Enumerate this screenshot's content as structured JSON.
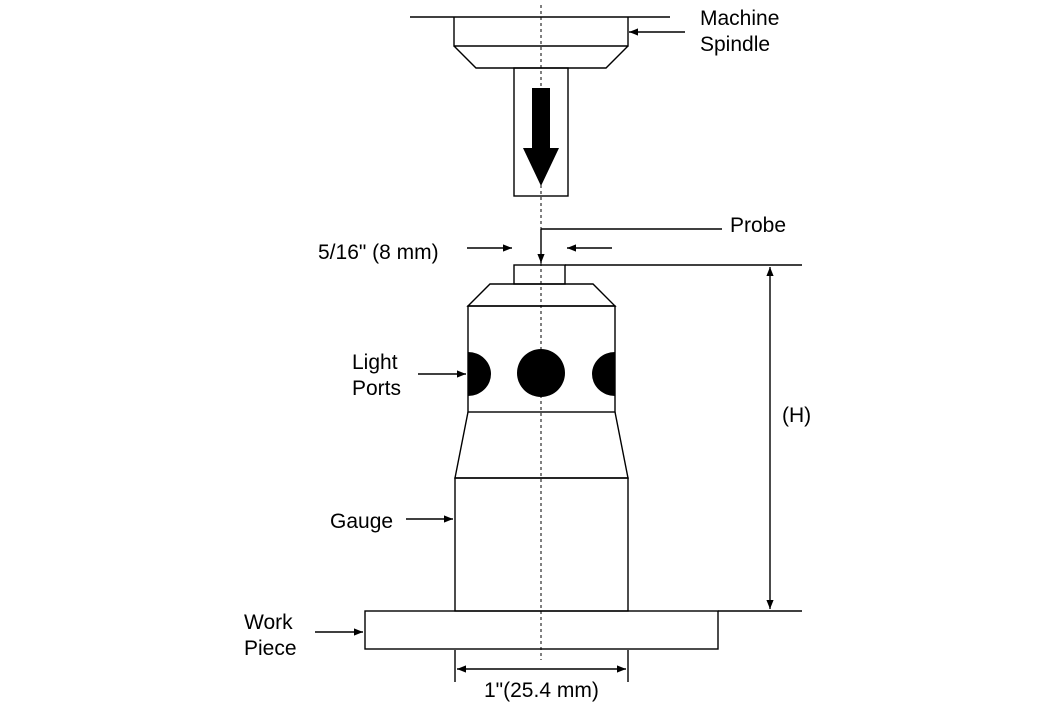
{
  "labels": {
    "machine_spindle": [
      "Machine",
      "Spindle"
    ],
    "probe": "Probe",
    "probe_width": "5/16\" (8 mm)",
    "light_ports": [
      "Light",
      "Ports"
    ],
    "height": "(H)",
    "gauge": "Gauge",
    "work_piece": [
      "Work",
      "Piece"
    ],
    "base_width": "1\"(25.4 mm)"
  },
  "colors": {
    "stroke": "#000000",
    "fill": "#ffffff",
    "ink": "#000000"
  }
}
